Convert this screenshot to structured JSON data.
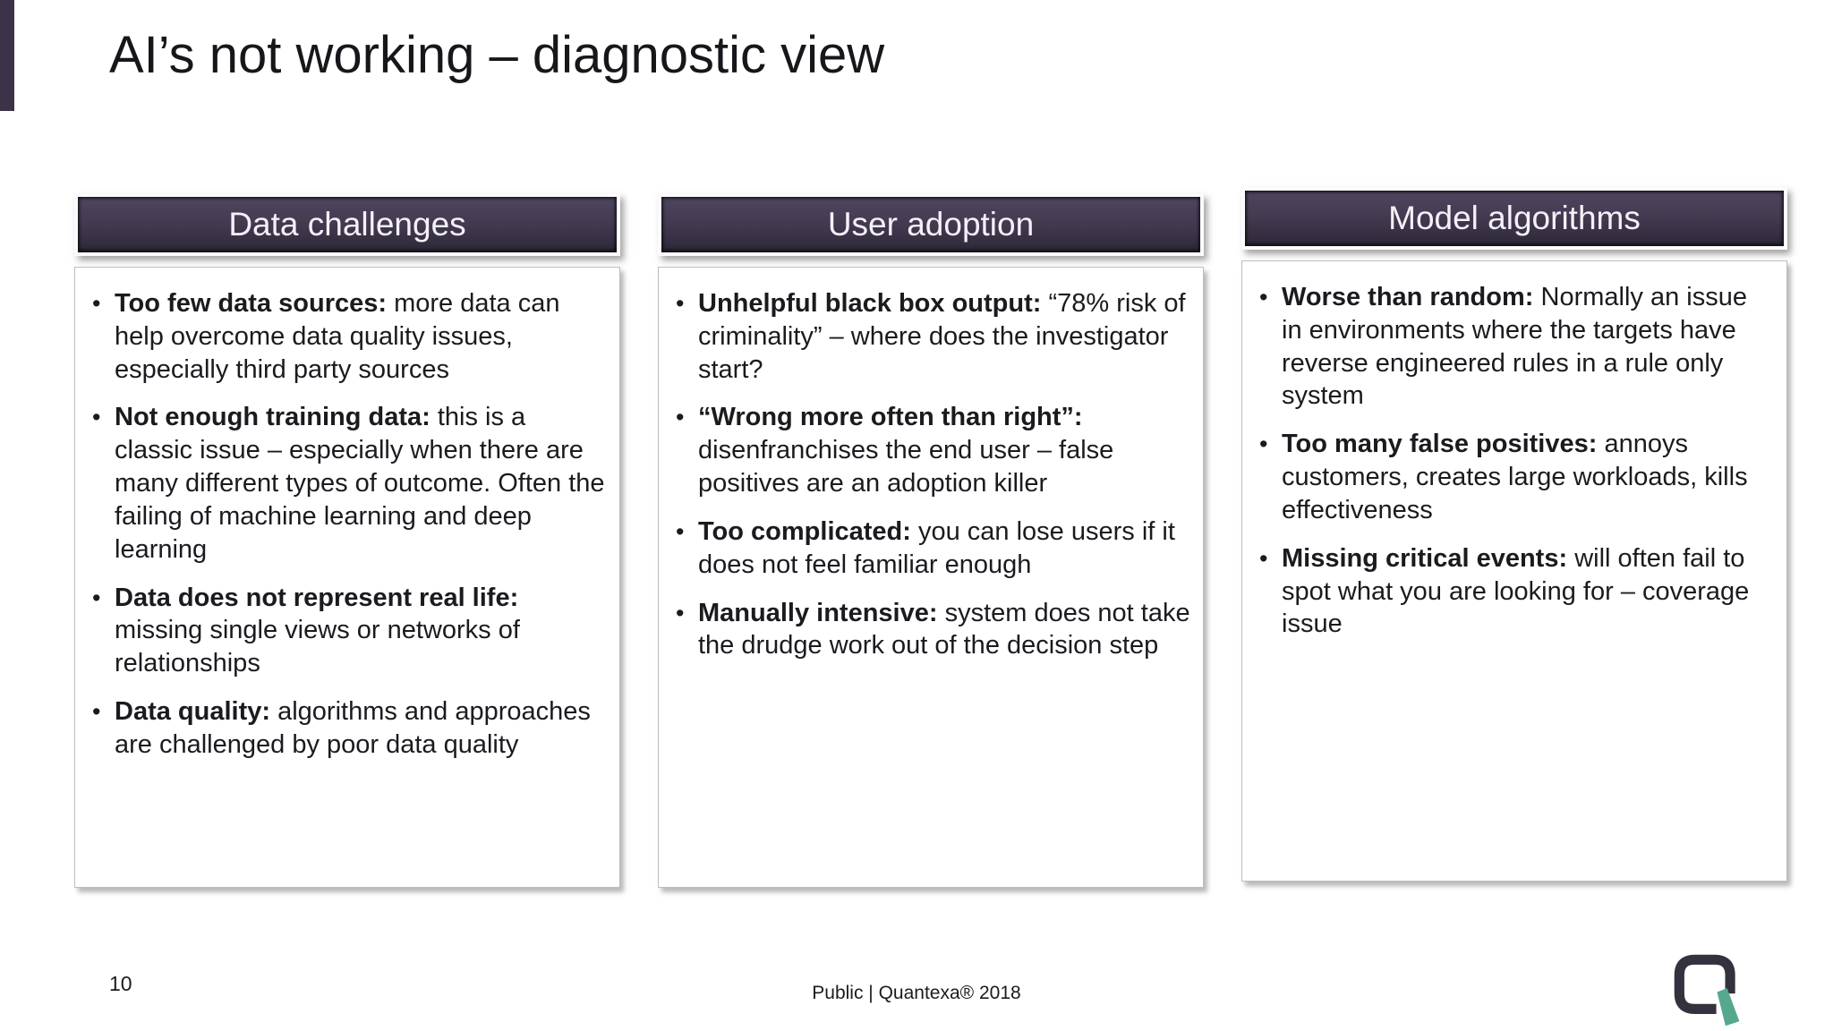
{
  "slide": {
    "title": "AI’s not working – diagnostic view",
    "columns": [
      {
        "header": "Data challenges",
        "bullets": [
          {
            "lead": "Too few data sources:",
            "text": "more data can help overcome data quality issues, especially third party sources"
          },
          {
            "lead": "Not enough training data:",
            "text": "this is a classic issue – especially when there are many different types of outcome. Often the failing of machine learning and deep learning"
          },
          {
            "lead": "Data does not represent real life:",
            "text": "missing single views or networks of relationships"
          },
          {
            "lead": "Data quality:",
            "text": "algorithms and approaches are challenged by poor data quality"
          }
        ]
      },
      {
        "header": "User adoption",
        "bullets": [
          {
            "lead": "Unhelpful black box output:",
            "text": "“78% risk of criminality” – where does the investigator start?"
          },
          {
            "lead": "“Wrong more often than right”:",
            "text": "disenfranchises the end user – false positives are an adoption killer"
          },
          {
            "lead": "Too complicated:",
            "text": "you can lose users if it does not feel familiar enough"
          },
          {
            "lead": "Manually intensive:",
            "text": "system does not take the drudge work out of the decision step"
          }
        ]
      },
      {
        "header": "Model algorithms",
        "bullets": [
          {
            "lead": "Worse than random:",
            "text": "Normally an issue in environments where the targets have reverse engineered rules in a rule only system"
          },
          {
            "lead": "Too many false positives:",
            "text": "annoys customers, creates large workloads, kills effectiveness"
          },
          {
            "lead": "Missing critical events:",
            "text": "will often fail to spot what you are looking for – coverage issue"
          }
        ]
      }
    ],
    "footer": {
      "page_number": "10",
      "classification": "Public | Quantexa® 2018",
      "logo_name": "Quantexa"
    },
    "colors": {
      "header_background": "#453c52",
      "accent_bar": "#3b3347",
      "logo_dark": "#35323f",
      "logo_teal": "#55a88e"
    }
  }
}
